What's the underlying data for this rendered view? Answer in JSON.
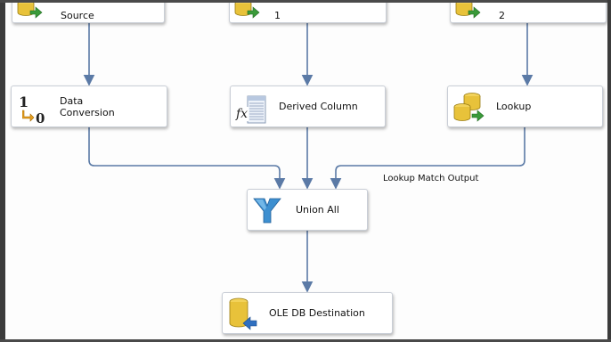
{
  "tasks": {
    "source": {
      "label": "Source",
      "icon": "source-cylinder-arrow-icon"
    },
    "source_1": {
      "label": "1",
      "icon": "source-cylinder-arrow-icon"
    },
    "source_2": {
      "label": "2",
      "icon": "source-cylinder-arrow-icon"
    },
    "data_conversion": {
      "label_line1": "Data",
      "label_line2": "Conversion",
      "icon": "data-conversion-icon",
      "icon_top": "1",
      "icon_bottom": "0"
    },
    "derived_column": {
      "label": "Derived Column",
      "icon": "derived-column-fx-icon",
      "icon_text": "fx"
    },
    "lookup": {
      "label": "Lookup",
      "icon": "lookup-cylinders-icon"
    },
    "union_all": {
      "label": "Union All",
      "icon": "union-all-funnel-icon"
    },
    "ole_db_destination": {
      "label": "OLE DB Destination",
      "icon": "database-destination-icon"
    }
  },
  "annotations": {
    "lookup_output": "Lookup Match Output"
  },
  "colors": {
    "connector": "#5b7aa6",
    "frame": "#3c3c3c",
    "cylinder_yellow": "#e8c23a",
    "arrow_green": "#3a9a3a",
    "arrow_orange": "#e8a020",
    "funnel_blue": "#3d8fd0",
    "destination_arrow_blue": "#2f6fc0"
  }
}
